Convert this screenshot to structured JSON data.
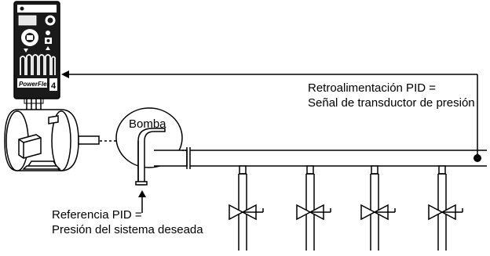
{
  "labels": {
    "pump": "Bomba",
    "feedback_line1": "Retroalimentación PID =",
    "feedback_line2": "Señal de transductor de presión",
    "reference_line1": "Referencia PID =",
    "reference_line2": "Presión del sistema deseada"
  },
  "drive": {
    "brand_text": "PowerFlex",
    "model_text": "4"
  },
  "colors": {
    "stroke": "#000000",
    "background": "#ffffff",
    "drive_body": "#1a1a1a"
  }
}
